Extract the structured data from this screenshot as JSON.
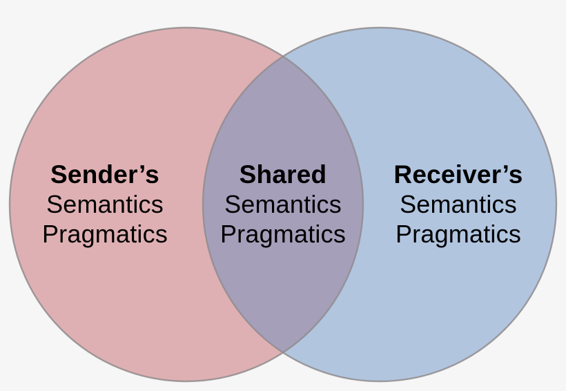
{
  "diagram": {
    "type": "venn",
    "background_color": "#f6f6f6",
    "outline_color": "#908c8e",
    "sets": [
      {
        "id": "sender",
        "fill": "#dfb0b3",
        "label": {
          "title": "Sender’s",
          "lines": [
            "Semantics",
            "Pragmatics"
          ]
        }
      },
      {
        "id": "receiver",
        "fill": "#b1c5df",
        "label": {
          "title": "Receiver’s",
          "lines": [
            "Semantics",
            "Pragmatics"
          ]
        }
      }
    ],
    "overlap": {
      "fill": "#a59fba",
      "label": {
        "title": "Shared",
        "lines": [
          "Semantics",
          "Pragmatics"
        ]
      }
    }
  }
}
